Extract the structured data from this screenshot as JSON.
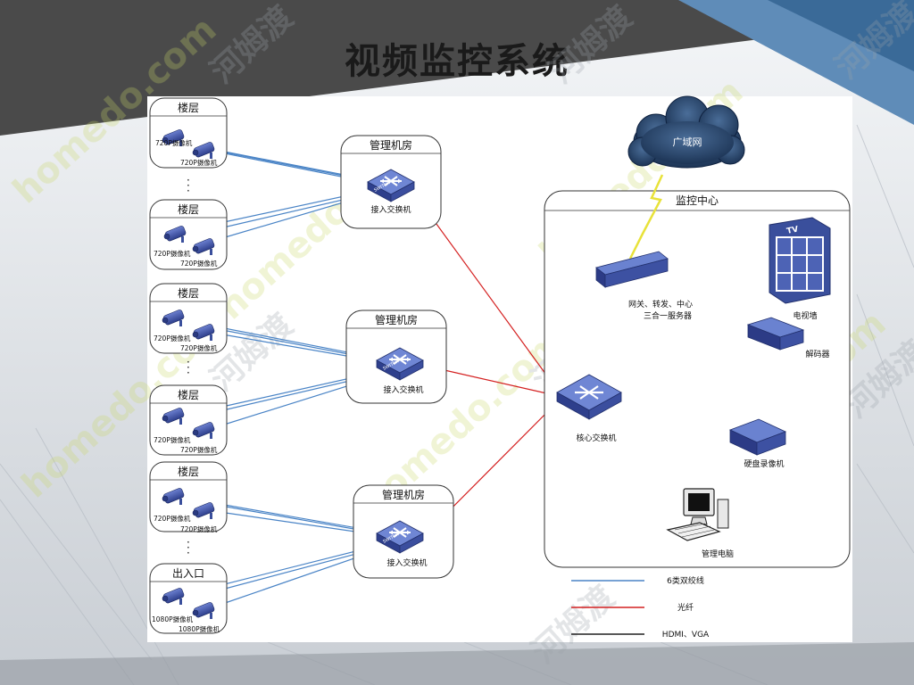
{
  "title": "视频监控系统",
  "watermark": {
    "text_latin": "homedo.com",
    "text_cn": "河姆渡"
  },
  "groups": [
    {
      "switch_room": "管理机房",
      "switch_label": "接入交换机",
      "switch_badge": "SWITCH",
      "areas": [
        {
          "title": "楼层",
          "cam1": "720P摄像机",
          "cam2": "720P摄像机"
        },
        {
          "title": "楼层",
          "cam1": "720P摄像机",
          "cam2": "720P摄像机"
        }
      ]
    },
    {
      "switch_room": "管理机房",
      "switch_label": "接入交换机",
      "switch_badge": "SWITCH",
      "areas": [
        {
          "title": "楼层",
          "cam1": "720P摄像机",
          "cam2": "720P摄像机"
        },
        {
          "title": "楼层",
          "cam1": "720P摄像机",
          "cam2": "720P摄像机"
        }
      ]
    },
    {
      "switch_room": "管理机房",
      "switch_label": "接入交换机",
      "switch_badge": "SWITCH",
      "areas": [
        {
          "title": "楼层",
          "cam1": "720P摄像机",
          "cam2": "720P摄像机"
        },
        {
          "title": "出入口",
          "cam1": "1080P摄像机",
          "cam2": "1080P摄像机"
        }
      ]
    }
  ],
  "wan": "广域网",
  "center": {
    "title": "监控中心",
    "server_line1": "网关、转发、中心",
    "server_line2": "三合一服务器",
    "tv_badge": "TV",
    "tv_wall": "电视墙",
    "decoder": "解码器",
    "core_switch": "核心交换机",
    "nvr": "硬盘录像机",
    "pc": "管理电脑"
  },
  "legend": [
    {
      "label": "6类双绞线",
      "color": "#4a84c6"
    },
    {
      "label": "光纤",
      "color": "#d42020"
    },
    {
      "label": "HDMI、VGA",
      "color": "#222222"
    }
  ],
  "colors": {
    "twisted_pair": "#4a84c6",
    "fiber": "#d42020",
    "hdmi": "#222222",
    "device": "#3a4f9c"
  }
}
